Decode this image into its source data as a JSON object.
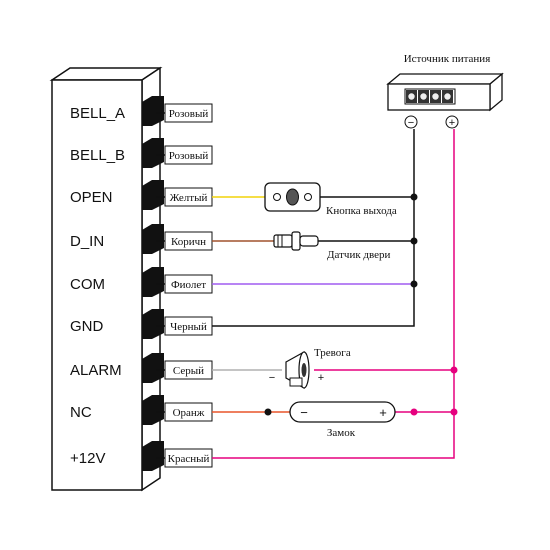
{
  "power_supply": {
    "title": "Источник питания",
    "minus": "−",
    "plus": "+"
  },
  "terminals": [
    {
      "name": "BELL_A",
      "wire": "Розовый",
      "color": "#e6007e"
    },
    {
      "name": "BELL_B",
      "wire": "Розовый",
      "color": "#e6007e"
    },
    {
      "name": "OPEN",
      "wire": "Желтый",
      "color": "#f2d40a"
    },
    {
      "name": "D_IN",
      "wire": "Коричн",
      "color": "#a0522d"
    },
    {
      "name": "COM",
      "wire": "Фиолет",
      "color": "#a05cf0"
    },
    {
      "name": "GND",
      "wire": "Черный",
      "color": "#111111"
    },
    {
      "name": "ALARM",
      "wire": "Серый",
      "color": "#b0b0b0"
    },
    {
      "name": "NC",
      "wire": "Оранж",
      "color": "#e8552a"
    },
    {
      "name": "+12V",
      "wire": "Красный",
      "color": "#e6007e"
    }
  ],
  "devices": {
    "exit_button": "Кнопка выхода",
    "door_sensor": "Датчик двери",
    "alarm": "Тревога",
    "alarm_minus": "−",
    "alarm_plus": "+",
    "lock": "Замок",
    "lock_minus": "−",
    "lock_plus": "+"
  },
  "colors": {
    "positive_bus": "#e6007e",
    "negative_bus": "#111111"
  }
}
